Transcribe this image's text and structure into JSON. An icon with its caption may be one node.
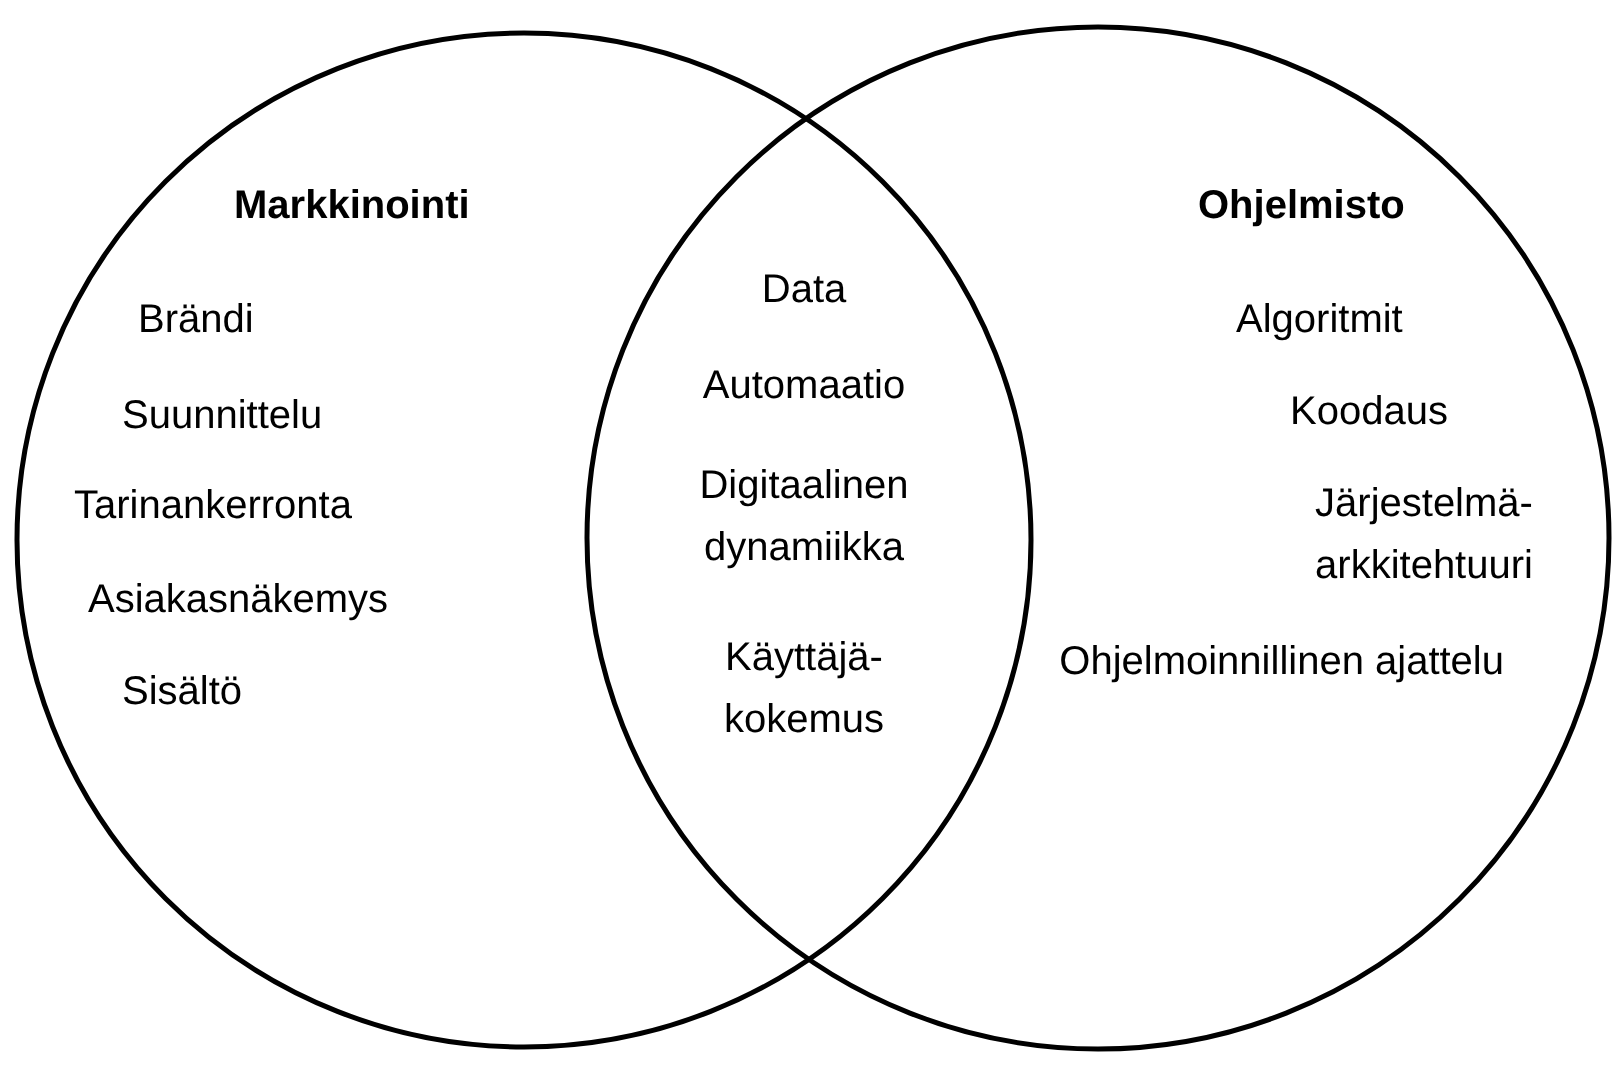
{
  "diagram": {
    "nodes": [
      {
        "text": [
          "Markkinointi",
          "Brändi",
          "Suunnittelu",
          "Tarinankerronta",
          "Asiakasnäkemys",
          "Sisältö"
        ]
      },
      {
        "text": [
          "Ohjelmisto",
          "Algoritmit",
          "Koodaus",
          "Järjestelmä- arkkitehtuuri",
          "Ohjelmoinnillinen ajattelu"
        ]
      }
    ],
    "edges": [],
    "labels": [
      "Data",
      "Automaatio",
      "Digitaalinen dynamiikka",
      "Käyttäjä- kokemus"
    ]
  }
}
